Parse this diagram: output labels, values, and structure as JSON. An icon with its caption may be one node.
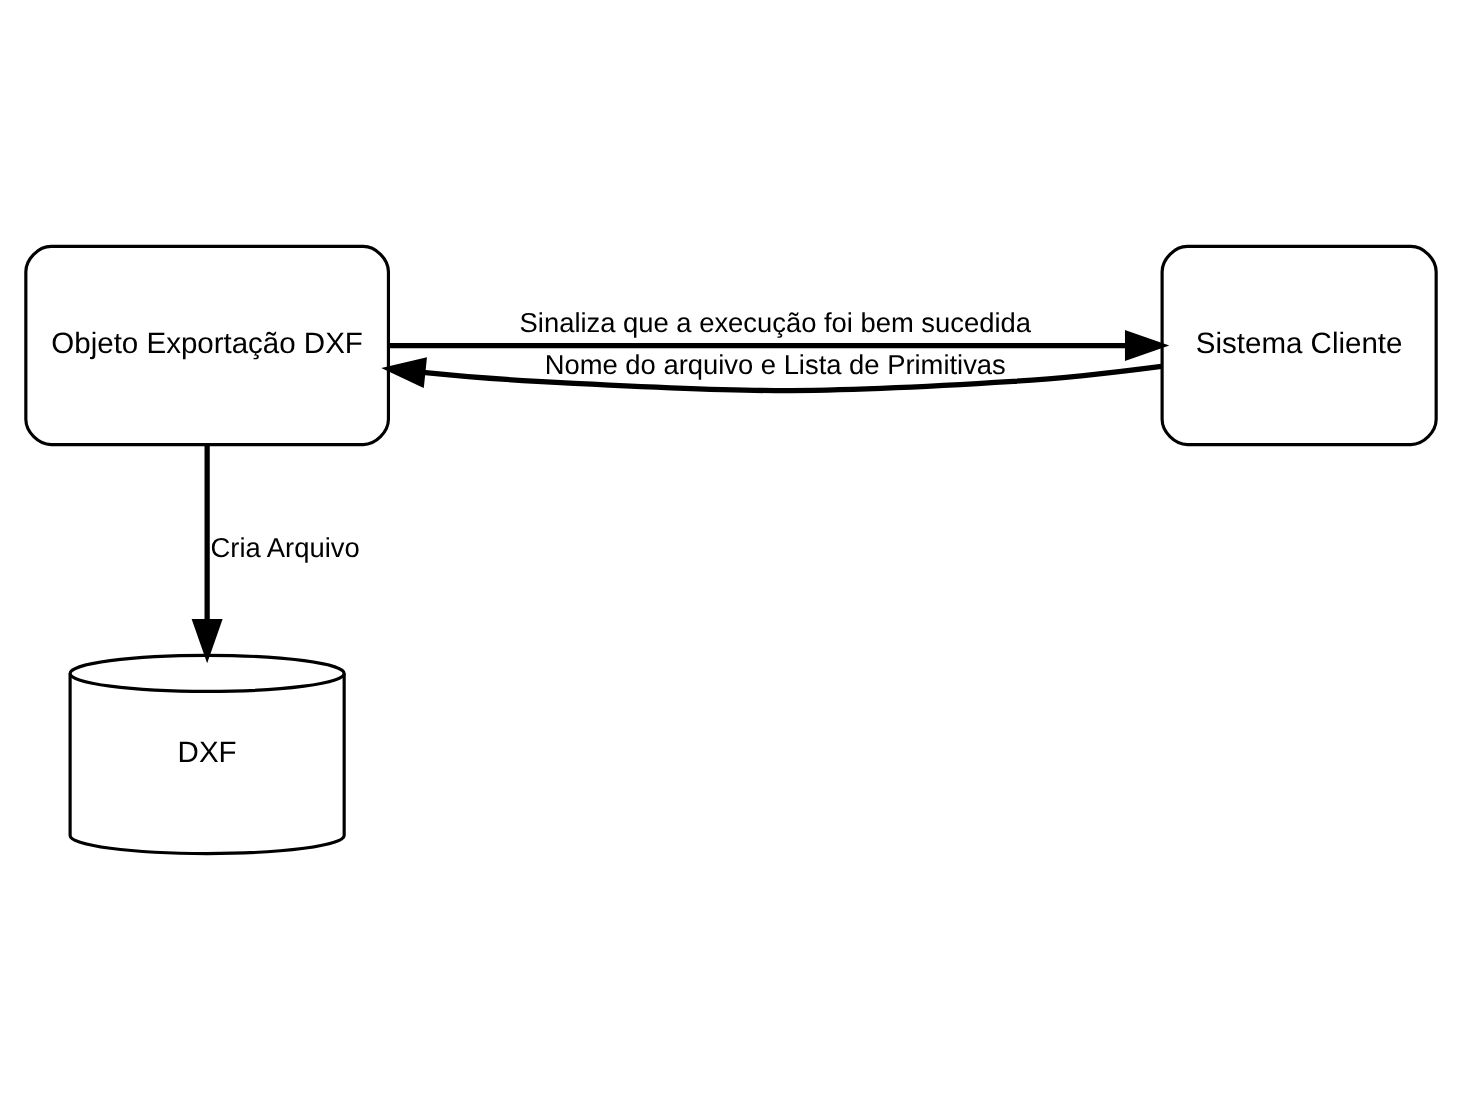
{
  "diagram": {
    "nodes": [
      {
        "text": [
          "Objeto Exportação DXF"
        ]
      },
      {
        "text": [
          "Sistema Cliente"
        ]
      },
      {
        "text": [
          "DXF"
        ]
      }
    ],
    "edges": [
      {
        "from": 1,
        "to": 0,
        "arrow": "to",
        "label": "Nome do arquivo e Lista de Primitivas"
      },
      {
        "from": 0,
        "to": 2,
        "arrow": "to",
        "label": "Cria Arquivo"
      },
      {
        "from": 0,
        "to": 1,
        "arrow": "to",
        "label": "Sinaliza que a execução foi bem sucedida"
      }
    ]
  }
}
